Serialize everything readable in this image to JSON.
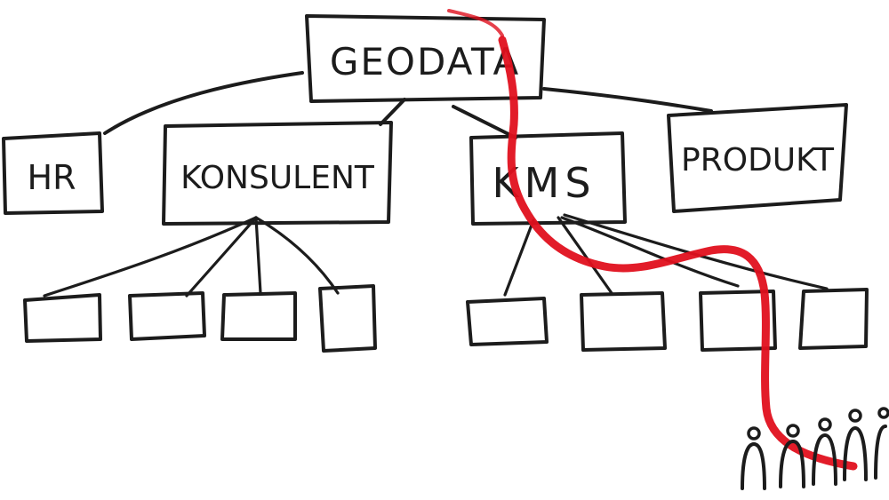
{
  "diagram": {
    "root": {
      "label": "GEODATA"
    },
    "departments": [
      {
        "id": "hr",
        "label": "HR"
      },
      {
        "id": "konsulent",
        "label": "KONSULENT"
      },
      {
        "id": "kms",
        "label": "KMS"
      },
      {
        "id": "produkt",
        "label": "PRODUKT"
      }
    ],
    "colors": {
      "ink": "#1c1c1c",
      "highlight": "#e0101e"
    },
    "icons": [
      "people-group-icon"
    ]
  }
}
